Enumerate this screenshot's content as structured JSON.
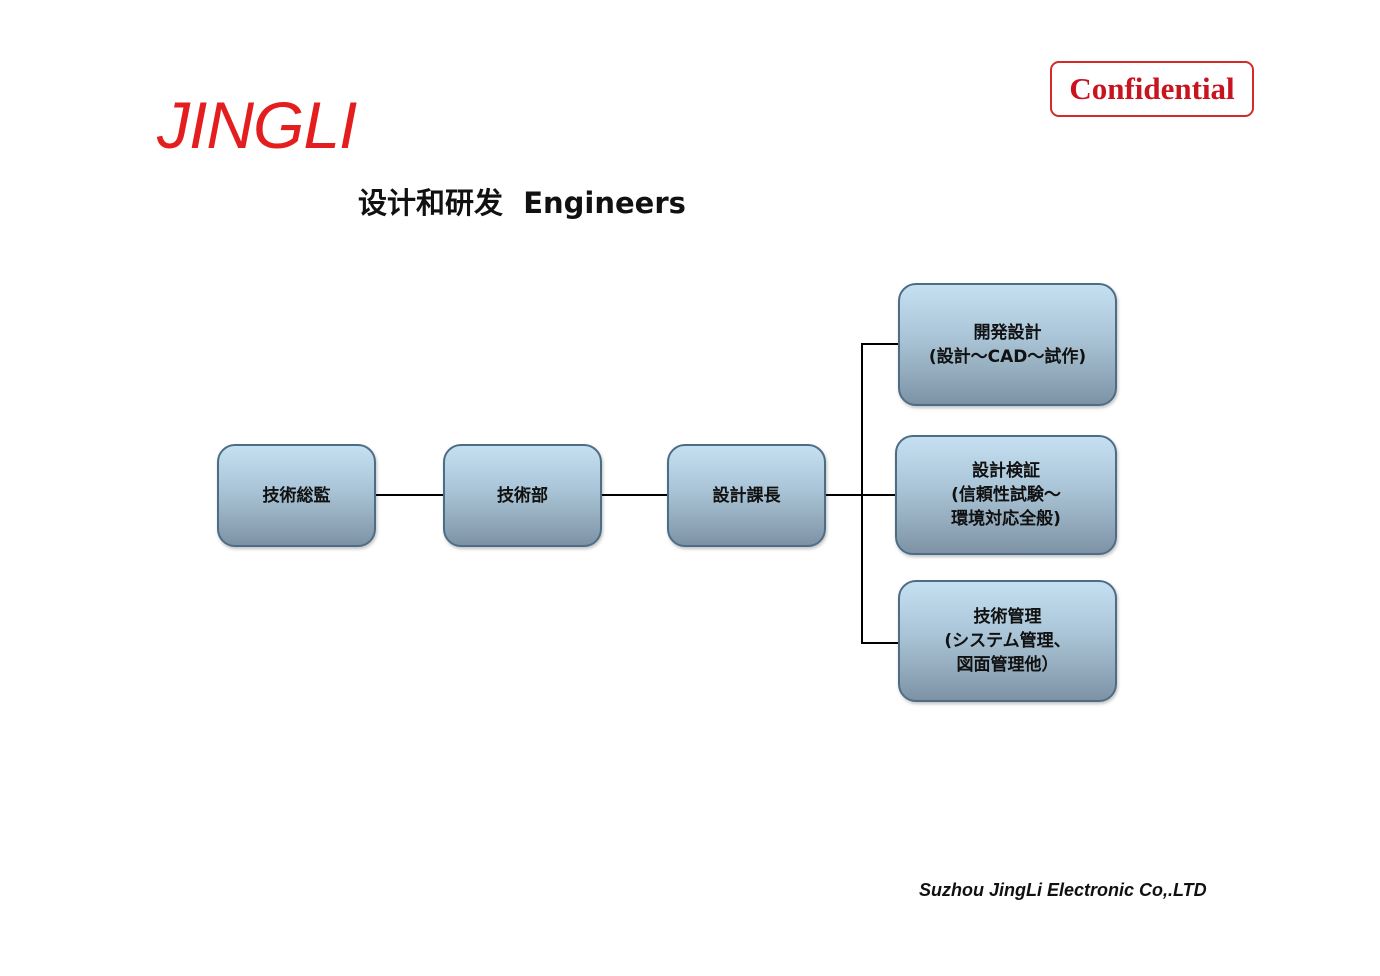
{
  "header": {
    "logo_text": "JINGLI",
    "confidential_label": "Confidential",
    "title": "设计和研发  Engineers"
  },
  "colors": {
    "logo": "#e41e1e",
    "confidential": "#c8141e",
    "node_border": "#4d6d86",
    "node_fill_top": "#c4e0f1",
    "node_fill_bottom": "#7d93a5",
    "connector": "#000000"
  },
  "org_chart": {
    "chain": [
      {
        "id": "director",
        "lines": [
          "技術総監"
        ]
      },
      {
        "id": "tech-dept",
        "lines": [
          "技術部"
        ]
      },
      {
        "id": "design-manager",
        "lines": [
          "設計課長"
        ]
      }
    ],
    "branches": [
      {
        "id": "dev-design",
        "lines": [
          "開発設計",
          "(設計～CAD～試作)"
        ]
      },
      {
        "id": "design-verification",
        "lines": [
          "設計検証",
          "(信頼性試験～",
          "環境対応全般)"
        ]
      },
      {
        "id": "tech-management",
        "lines": [
          "技術管理",
          "(システム管理、",
          "図面管理他）"
        ]
      }
    ]
  },
  "footer": {
    "company": "Suzhou JingLi Electronic Co,.LTD"
  }
}
